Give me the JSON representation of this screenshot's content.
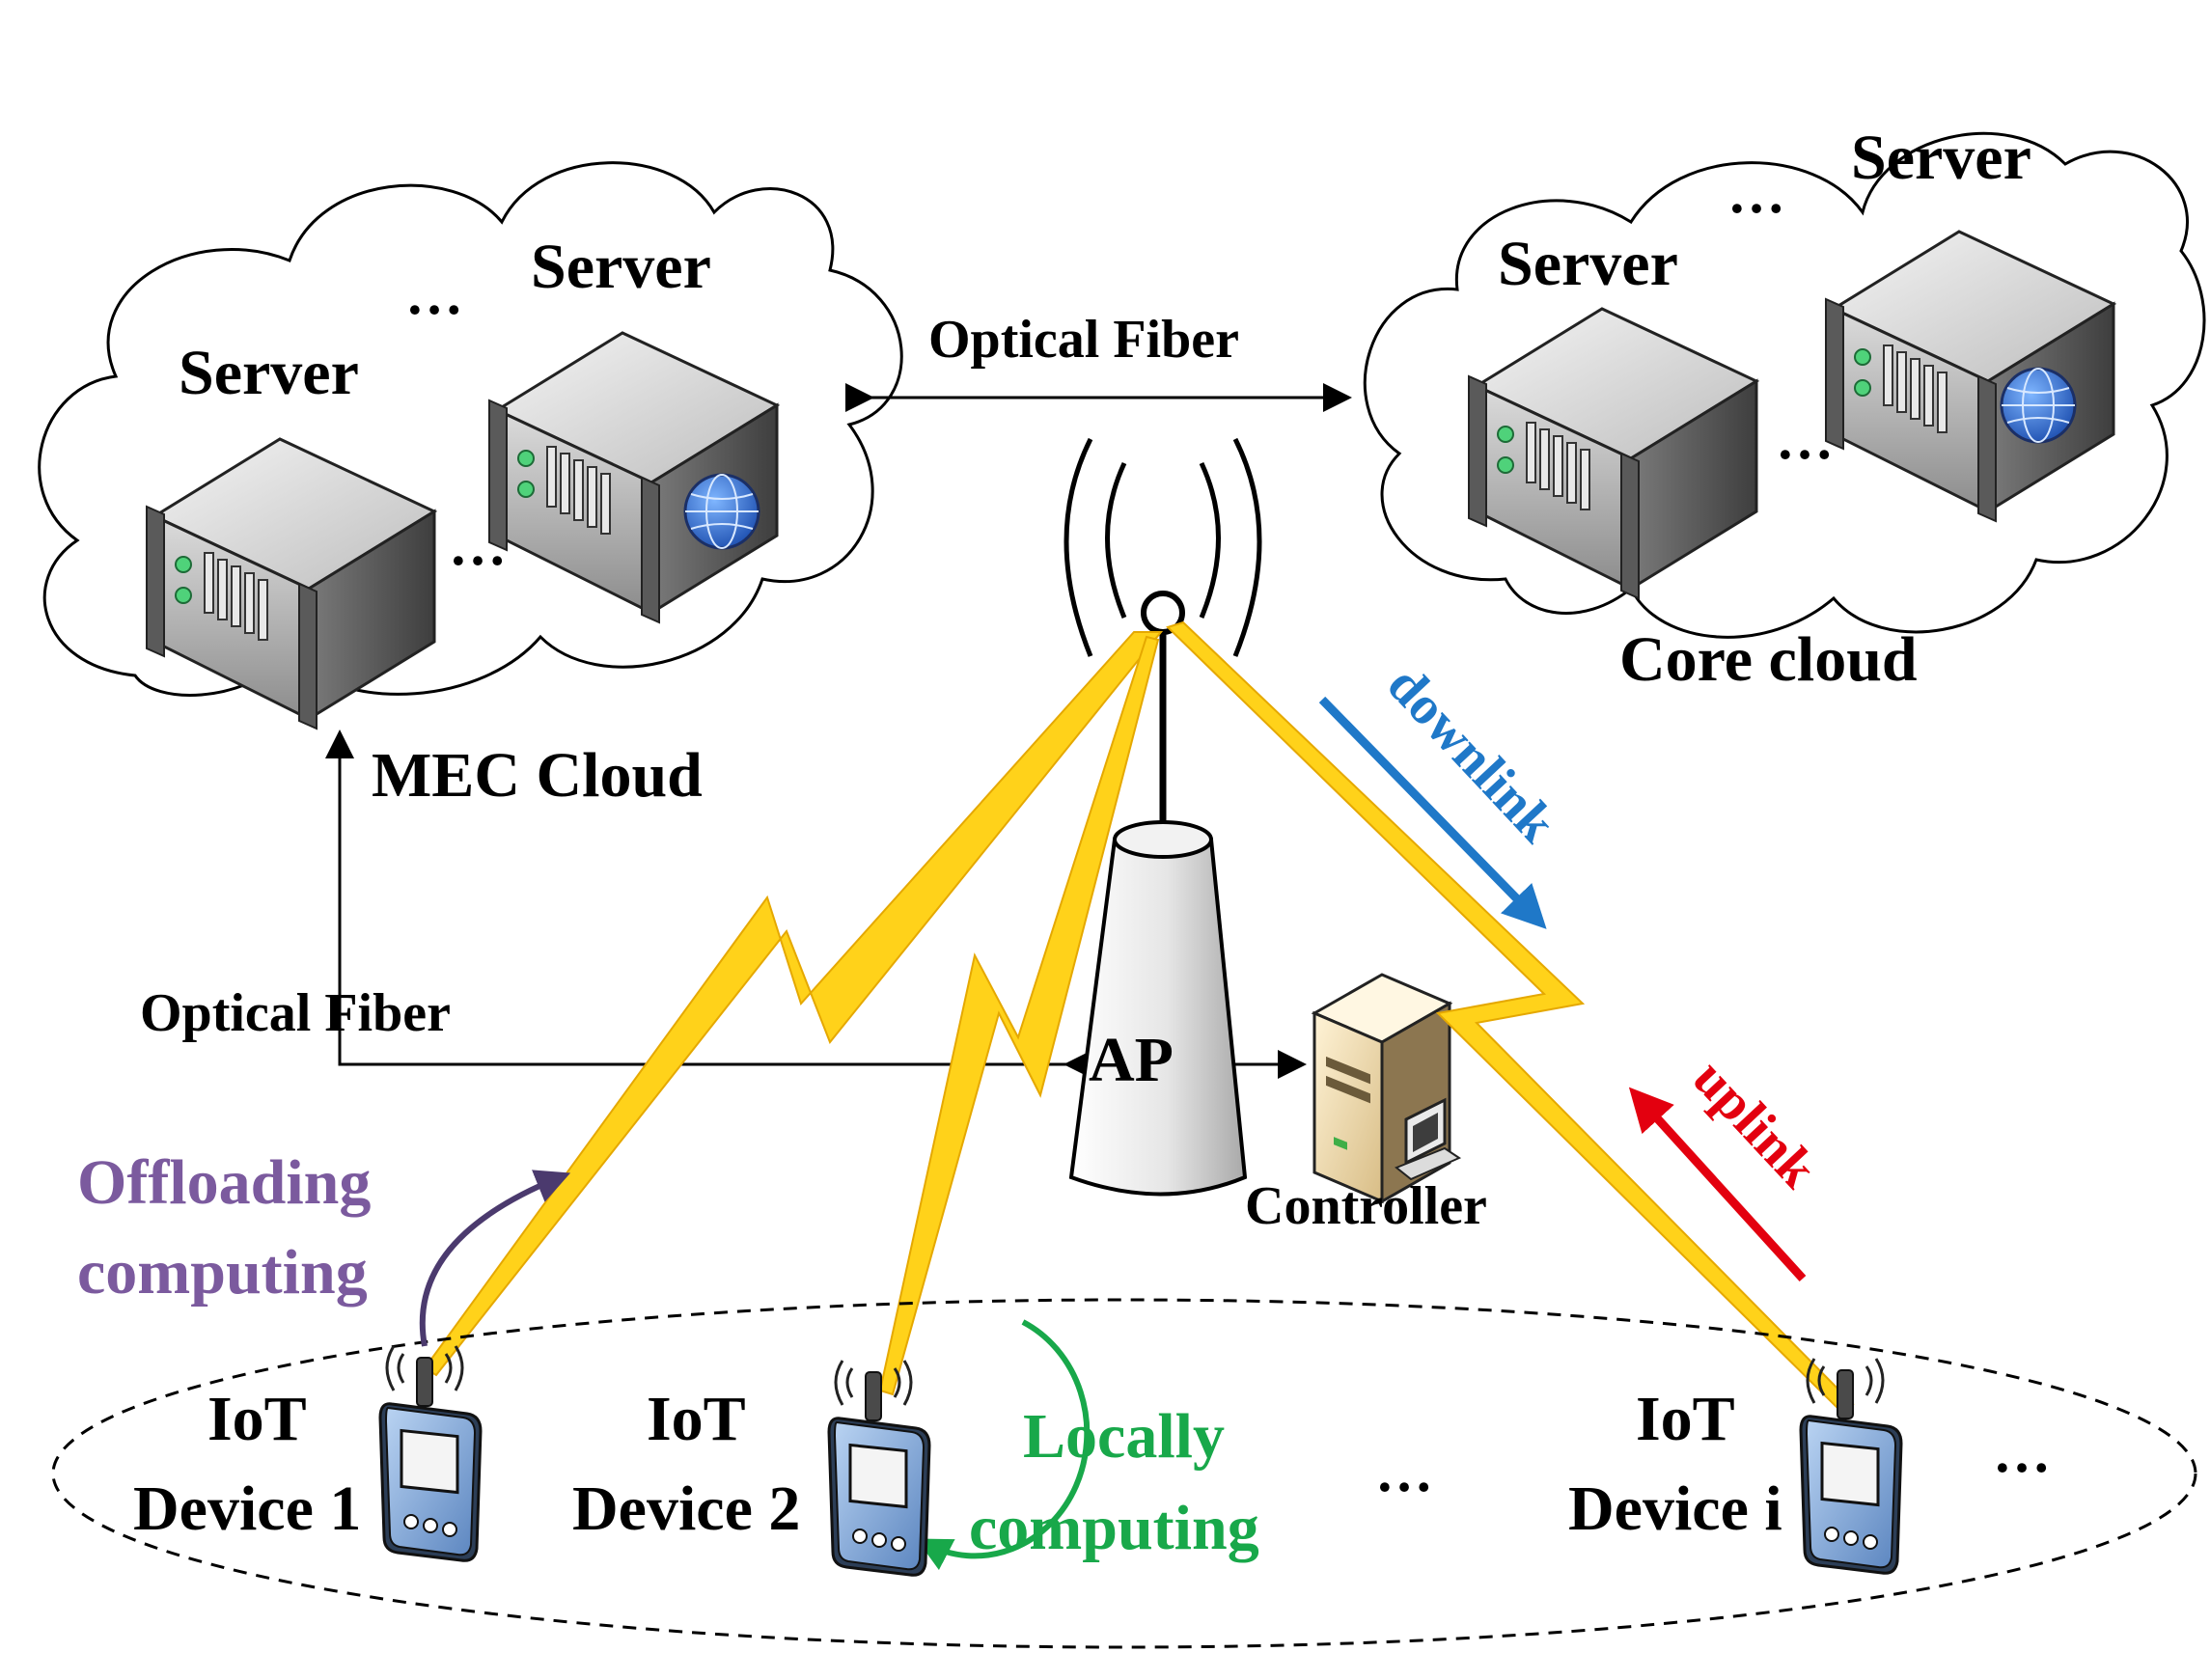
{
  "labels": {
    "server": "Server",
    "dots": "…",
    "optical_fiber_top": "Optical Fiber",
    "optical_fiber_left": "Optical Fiber",
    "mec_cloud": "MEC Cloud",
    "core_cloud": "Core cloud",
    "ap": "AP",
    "controller": "Controller",
    "downlink": "downlink",
    "uplink": "uplink",
    "offloading_line1": "Offloading",
    "offloading_line2": "computing",
    "locally_line1": "Locally",
    "locally_line2": "computing",
    "iot_1_line1": "IoT",
    "iot_1_line2": "Device 1",
    "iot_2_line1": "IoT",
    "iot_2_line2": "Device 2",
    "iot_i_line1": "IoT",
    "iot_i_line2": "Device i"
  },
  "colors": {
    "lightning": "#FFD21A",
    "lightning_edge": "#E5A800",
    "downlink": "#1F78C8",
    "uplink": "#E3000F",
    "offloading": "#7B5A9E",
    "locally": "#18A84A",
    "server_body": "#8E8E8E",
    "cloud_stroke": "#000000"
  }
}
